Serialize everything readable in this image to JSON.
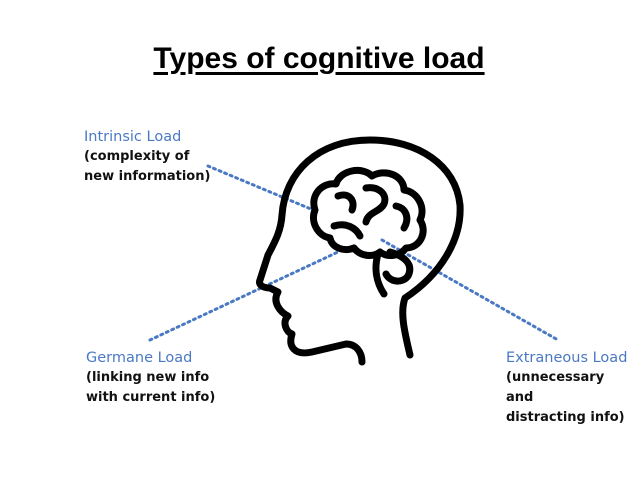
{
  "title": "Types of cognitive load",
  "colors": {
    "accent": "#4a79c4",
    "ink": "#000000"
  },
  "labels": {
    "intrinsic": {
      "title": "Intrinsic Load",
      "line1": "(complexity of",
      "line2": "new information)"
    },
    "germane": {
      "title": "Germane Load",
      "line1": "(linking new info",
      "line2": "with current info)"
    },
    "extraneous": {
      "title": "Extraneous Load",
      "line1": "(unnecessary and",
      "line2": "distracting info)"
    }
  },
  "icon": "head-brain-icon"
}
